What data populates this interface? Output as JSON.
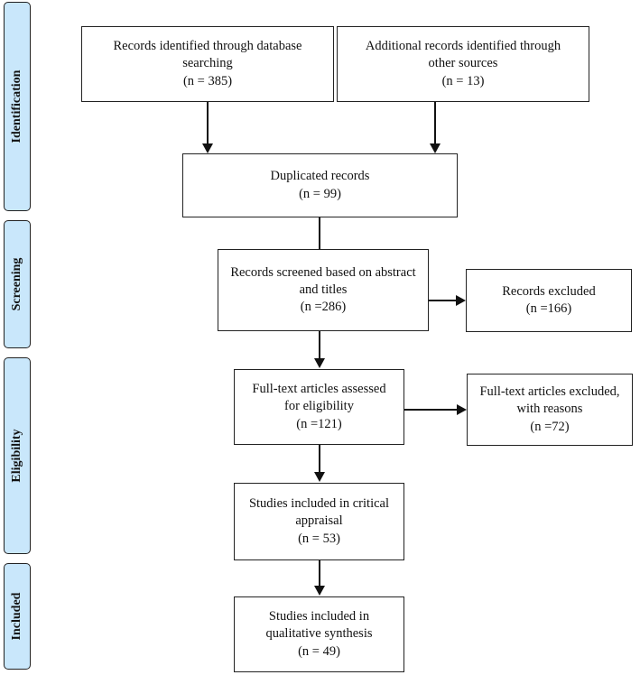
{
  "phases": {
    "identification": "Identification",
    "screening": "Screening",
    "eligibility": "Eligibility",
    "included": "Included"
  },
  "boxes": {
    "database": [
      "Records identified through database",
      "searching",
      "(n = 385)"
    ],
    "other_sources": [
      "Additional records identified through",
      "other sources",
      "(n = 13)"
    ],
    "duplicated": [
      "Duplicated records",
      "(n = 99)"
    ],
    "screened": [
      "Records screened based on abstract",
      "and titles",
      "(n =286)"
    ],
    "excluded": [
      "Records excluded",
      "(n =166)"
    ],
    "fulltext": [
      "Full-text articles assessed",
      "for eligibility",
      "(n =121)"
    ],
    "fulltext_excluded": [
      "Full-text articles excluded,",
      "with reasons",
      "(n =72)"
    ],
    "appraisal": [
      "Studies included in critical",
      "appraisal",
      "(n = 53)"
    ],
    "synthesis": [
      "Studies included in",
      "qualitative synthesis",
      "(n = 49)"
    ]
  }
}
